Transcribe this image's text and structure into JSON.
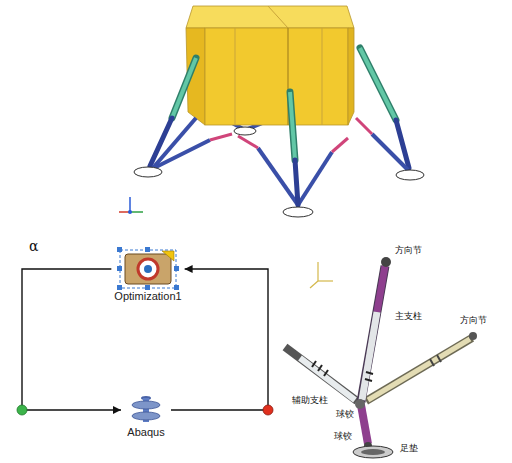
{
  "diagram": {
    "nodes": [
      {
        "text": [
          "Optimization1"
        ]
      },
      {
        "text": [
          "Abaqus"
        ]
      }
    ],
    "edges": [
      {
        "from": 0,
        "to": 1,
        "arrow": "to",
        "label": "α"
      },
      {
        "from": 1,
        "to": 0,
        "arrow": "to"
      }
    ],
    "labels": [
      "方向节",
      "主支柱",
      "方向节",
      "辅助支柱",
      "球铰",
      "球铰",
      "足垫"
    ]
  }
}
